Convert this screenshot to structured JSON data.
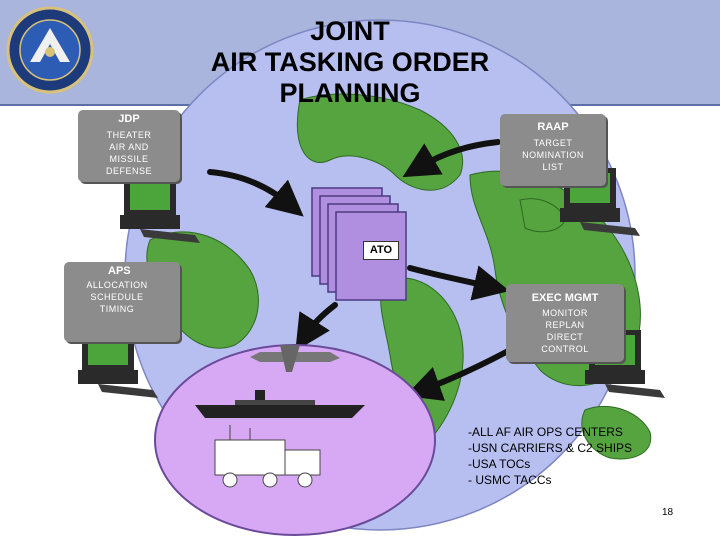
{
  "title_lines": [
    "JOINT",
    "AIR TASKING ORDER",
    "PLANNING"
  ],
  "panels": {
    "jdp": {
      "title": "JDP",
      "lines": [
        "THEATER",
        "AIR AND",
        "MISSILE",
        "DEFENSE"
      ]
    },
    "raap": {
      "title": "RAAP",
      "lines": [
        "TARGET",
        "NOMINATION",
        "LIST"
      ]
    },
    "aps": {
      "title": "APS",
      "lines": [
        "ALLOCATION",
        "SCHEDULE",
        "TIMING"
      ]
    },
    "exec": {
      "title": "EXEC MGMT",
      "lines": [
        "MONITOR",
        "REPLAN",
        "DIRECT",
        "CONTROL"
      ]
    }
  },
  "ato_label": "ATO",
  "bullets": [
    "-ALL AF AIR OPS CENTERS",
    "-USN CARRIERS & C2 SHIPS",
    "-USA  TOCs",
    "- USMC TACCs"
  ],
  "page_number": "18",
  "colors": {
    "header": "#a9b5dc",
    "globe": "#b7bff0",
    "land": "#56a43f",
    "panel": "#8c8c8c",
    "ato_sheet": "#b08fe0",
    "bubble": "#d7a9f5"
  }
}
